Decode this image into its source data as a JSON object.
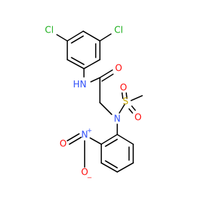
{
  "atoms": {
    "cl1": {
      "symbol": "Cl",
      "color": "#1fb01f"
    },
    "cl2": {
      "symbol": "Cl",
      "color": "#1fb01f"
    },
    "nh": {
      "symbol": "N",
      "h": "H",
      "color": "#3050f8"
    },
    "o_amide": {
      "symbol": "O",
      "color": "#ff0d0d"
    },
    "n_sulf": {
      "symbol": "N",
      "color": "#3050f8"
    },
    "s": {
      "symbol": "S",
      "color": "#c8a800"
    },
    "o_s1": {
      "symbol": "O",
      "color": "#ff0d0d"
    },
    "o_s2": {
      "symbol": "O",
      "color": "#ff0d0d"
    },
    "n_nitro": {
      "symbol": "N",
      "charge": "+",
      "color": "#3050f8"
    },
    "o_n1": {
      "symbol": "O",
      "color": "#ff0d0d"
    },
    "o_n2": {
      "symbol": "O",
      "charge": "−",
      "color": "#ff0d0d"
    }
  }
}
